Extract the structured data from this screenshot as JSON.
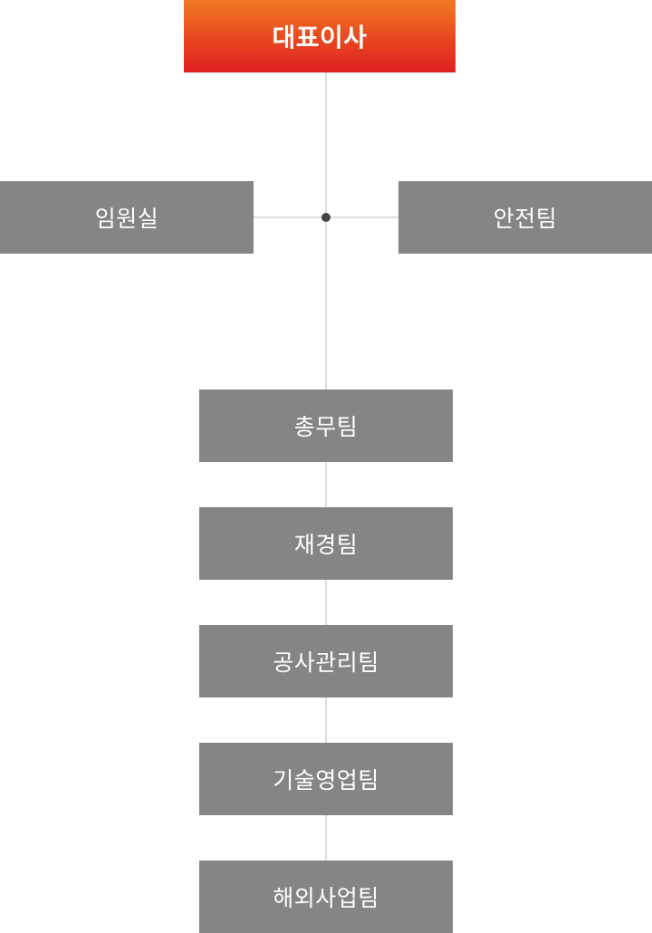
{
  "org_chart": {
    "ceo": "대표이사",
    "staff_left": "임원실",
    "staff_right": "안전팀",
    "departments": [
      "총무팀",
      "재경팀",
      "공사관리팀",
      "기술영업팀",
      "해외사업팀"
    ]
  },
  "colors": {
    "ceo_gradient_top": "#f27a24",
    "ceo_gradient_bottom": "#df2020",
    "box_gray": "#858585",
    "connector": "#dcdcdc",
    "junction_dot": "#444444"
  }
}
